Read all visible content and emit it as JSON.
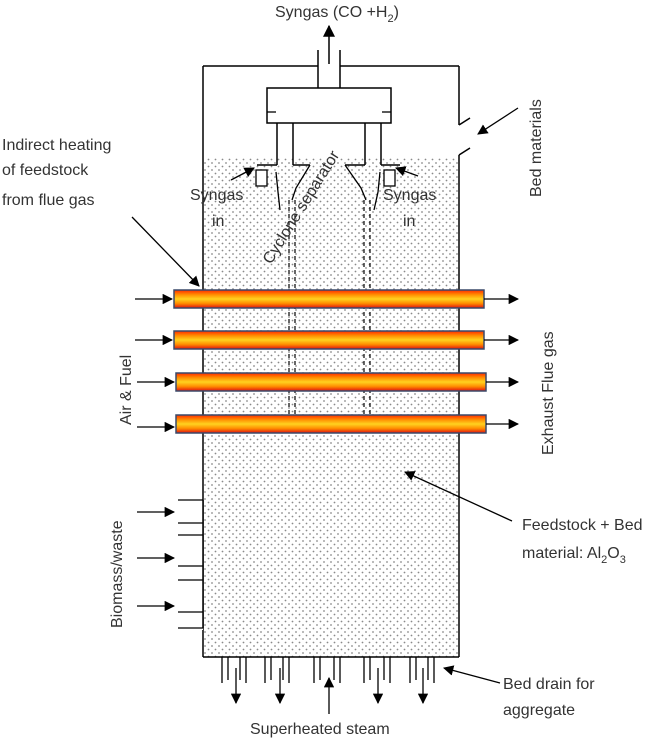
{
  "labels": {
    "top_product": {
      "main": "Syngas (CO +H",
      "sub": "2",
      "tail": ")"
    },
    "bed_materials": "Bed materials",
    "indirect_heating": [
      "Indirect heating",
      "of feedstock",
      "from flue gas"
    ],
    "syngas_in_left": [
      "Syngas",
      "in"
    ],
    "syngas_in_right": [
      "Syngas",
      "in"
    ],
    "cyclone": "Cyclone separator",
    "air_fuel": "Air & Fuel",
    "exhaust": "Exhaust Flue gas",
    "feedstock": {
      "line1": "Feedstock + Bed",
      "line2_a": "material: Al",
      "sub1": "2",
      "mid": "O",
      "sub2": "3"
    },
    "biomass": "Biomass/waste",
    "bed_drain": [
      "Bed drain for",
      "aggregate"
    ],
    "steam": "Superheated steam"
  },
  "colors": {
    "tube_outline": "#3a4a6a",
    "tube_gradient": [
      "#ff2a00",
      "#ff8c00",
      "#ffd21f",
      "#ff8c00",
      "#e01010"
    ],
    "dots": "#8a8a8a",
    "stroke": "#000000",
    "text": "#333333"
  },
  "icons": [
    "arrow-icon"
  ]
}
